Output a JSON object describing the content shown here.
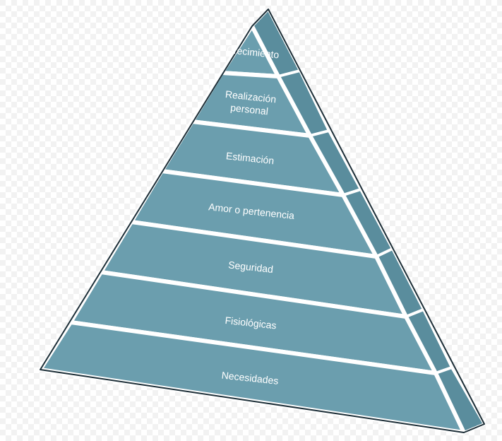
{
  "pyramid": {
    "levels": [
      {
        "label": "Crecimiento"
      },
      {
        "label_line1": "Realización",
        "label_line2": "personal"
      },
      {
        "label": "Estimación"
      },
      {
        "label": "Amor o pertenencia"
      },
      {
        "label": "Seguridad"
      },
      {
        "label": "Fisiológicas"
      },
      {
        "label": "Necesidades"
      }
    ],
    "colors": {
      "front": "#6b9eae",
      "side": "#5a8d9d",
      "outline": "#1d2f38",
      "separator": "#ffffff"
    }
  }
}
